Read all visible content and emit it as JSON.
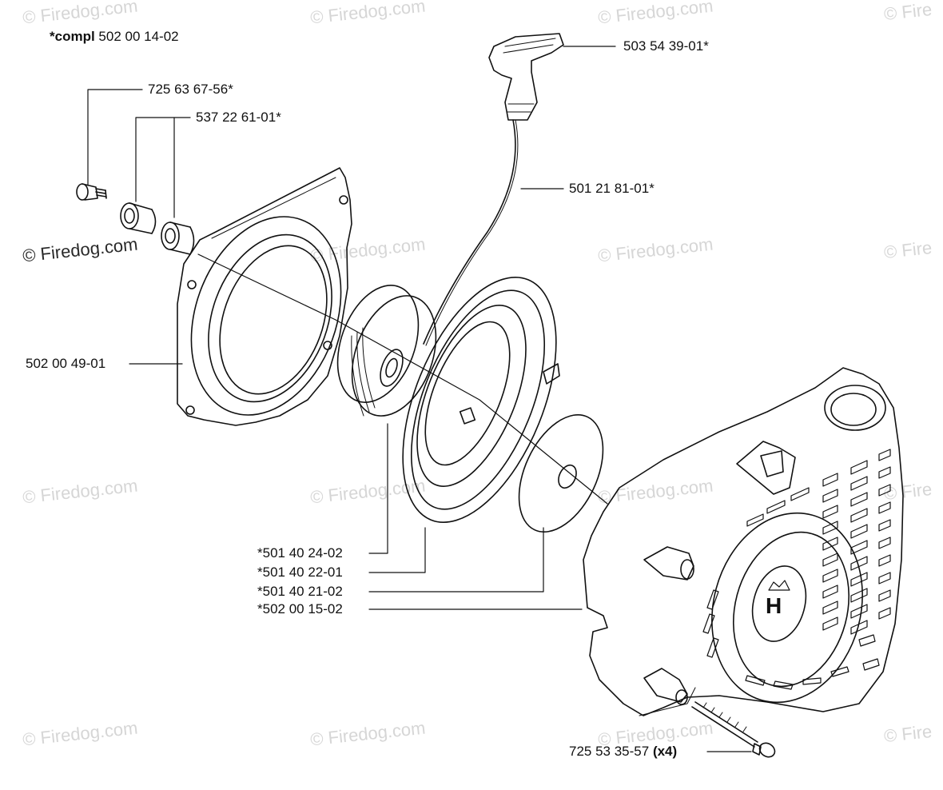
{
  "header": {
    "compl_prefix": "*compl",
    "compl_number": "502 00 14-02"
  },
  "parts": {
    "handle": "503 54 39-01*",
    "screw_small": "725 63 67-56*",
    "bushing": "537 22 61-01*",
    "rope": "501 21 81-01*",
    "plate": "502 00 49-01",
    "pulley": "*501 40 24-02",
    "spring": "*501 40 22-01",
    "washer": "*501 40 21-02",
    "cover": "*502 00 15-02",
    "bolt_number": "725 53 35-57",
    "bolt_qty": "(x4)"
  },
  "watermark": {
    "text": "© Firedog.com",
    "text_short": "© Fire"
  },
  "logo": {
    "letter": "H"
  }
}
